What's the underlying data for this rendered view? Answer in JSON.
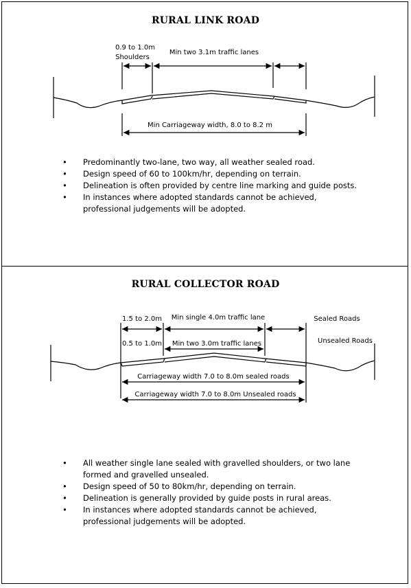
{
  "section1": {
    "title": "RURAL LINK ROAD",
    "labels": {
      "shoulders_line1": "0.9 to 1.0m",
      "shoulders_line2": "Shoulders",
      "lanes": "Min two 3.1m traffic lanes",
      "carriageway": "Min Carriageway width, 8.0 to 8.2 m"
    },
    "bullets": [
      [
        "Predominantly two-lane, two way,  all weather sealed road."
      ],
      [
        "Design speed of 60 to 100km/hr, depending on terrain."
      ],
      [
        "Delineation is often provided by centre line marking and guide posts."
      ],
      [
        "In instances where adopted standards cannot be achieved,",
        "professional judgements will be adopted."
      ]
    ]
  },
  "section2": {
    "title": "RURAL COLLECTOR ROAD",
    "labels": {
      "shoulder_sealed": "1.5 to 2.0m",
      "lane_sealed": "Min single 4.0m traffic lane",
      "sealed_roads": "Sealed Roads",
      "shoulder_unsealed": "0.5 to 1.0m",
      "lanes_unsealed": "Min two 3.0m traffic lanes",
      "unsealed_roads": "Unsealed Roads",
      "carriageway_sealed": "Carriageway width 7.0 to 8.0m sealed roads",
      "carriageway_unsealed": "Carriageway width 7.0 to 8.0m Unsealed roads"
    },
    "bullets": [
      [
        "All weather single lane sealed with gravelled shoulders, or two lane",
        "formed and gravelled unsealed."
      ],
      [
        "Design speed of 50 to 80km/hr, depending on terrain."
      ],
      [
        "Delineation is generally provided by guide posts in rural areas."
      ],
      [
        "In instances where adopted standards cannot be achieved,",
        "professional judgements will be adopted."
      ]
    ]
  }
}
